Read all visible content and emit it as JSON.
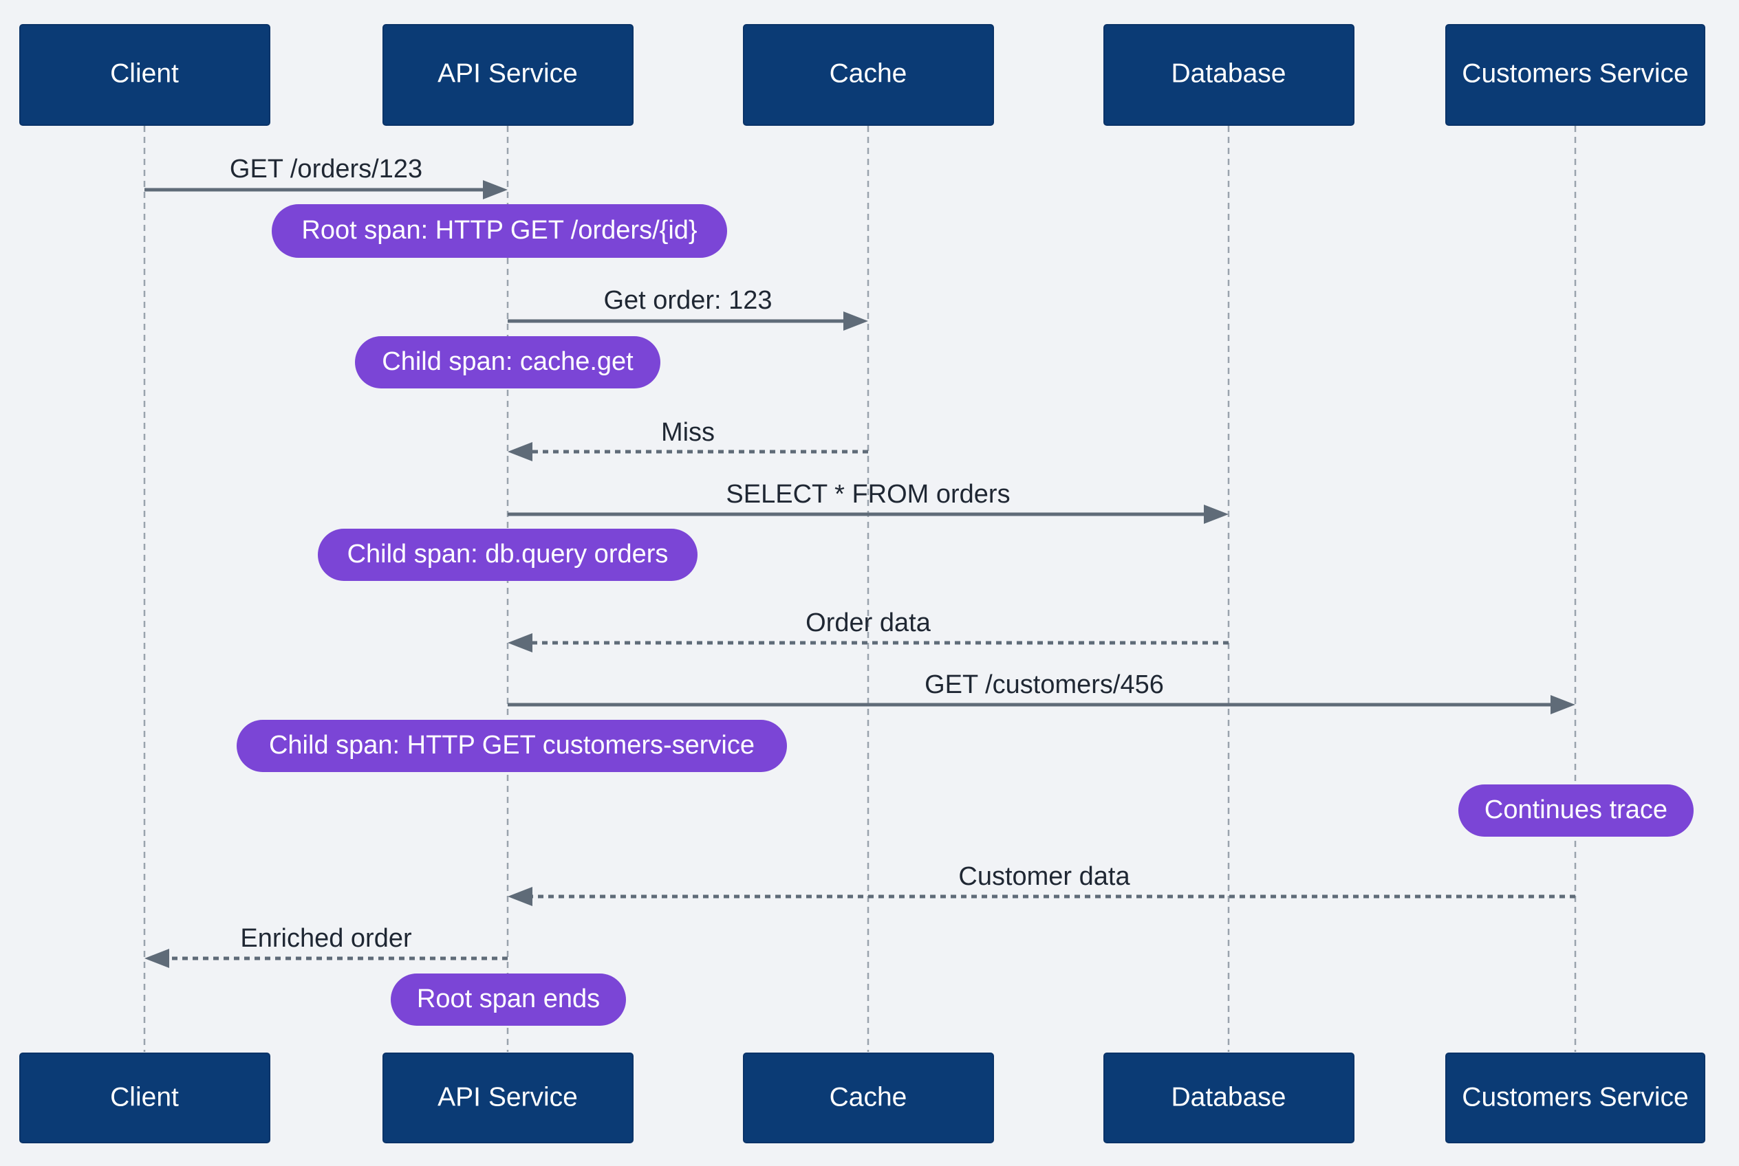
{
  "participants": [
    {
      "id": "client",
      "label": "Client"
    },
    {
      "id": "api",
      "label": "API Service"
    },
    {
      "id": "cache",
      "label": "Cache"
    },
    {
      "id": "db",
      "label": "Database"
    },
    {
      "id": "customers",
      "label": "Customers Service"
    }
  ],
  "messages": [
    {
      "from": "client",
      "to": "api",
      "label": "GET /orders/123",
      "style": "solid"
    },
    {
      "from": "api",
      "to": "cache",
      "label": "Get order: 123",
      "style": "solid"
    },
    {
      "from": "cache",
      "to": "api",
      "label": "Miss",
      "style": "dashed"
    },
    {
      "from": "api",
      "to": "db",
      "label": "SELECT * FROM orders",
      "style": "solid"
    },
    {
      "from": "db",
      "to": "api",
      "label": "Order data",
      "style": "dashed"
    },
    {
      "from": "api",
      "to": "customers",
      "label": "GET /customers/456",
      "style": "solid"
    },
    {
      "from": "customers",
      "to": "api",
      "label": "Customer data",
      "style": "dashed"
    },
    {
      "from": "api",
      "to": "client",
      "label": "Enriched order",
      "style": "dashed"
    }
  ],
  "notes": [
    {
      "over": "api",
      "label": "Root span: HTTP GET /orders/{id}"
    },
    {
      "over": "api",
      "label": "Child span: cache.get"
    },
    {
      "over": "api",
      "label": "Child span: db.query orders"
    },
    {
      "over": "api",
      "label": "Child span: HTTP GET customers-service"
    },
    {
      "over": "customers",
      "label": "Continues trace"
    },
    {
      "over": "api",
      "label": "Root span ends"
    }
  ],
  "colors": {
    "background": "#f1f3f6",
    "actor_fill": "#0b3b75",
    "note_fill": "#7b45d6",
    "line": "#5f6b78"
  }
}
